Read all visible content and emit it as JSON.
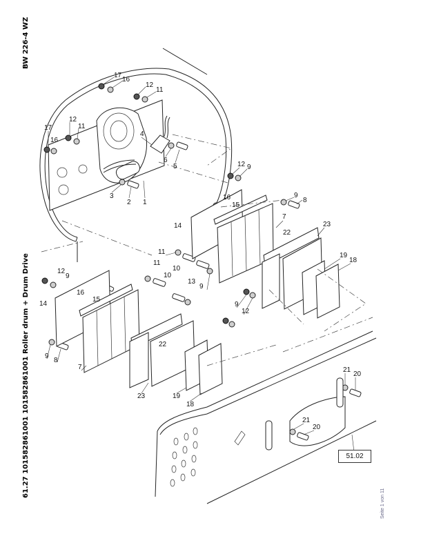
{
  "header": {
    "model_code": "BW 226-4 WZ",
    "title": "61.27 101582861001 101582861001 Roller drum + Drum Drive"
  },
  "footer": {
    "page_indicator": "Seite 1 von 11"
  },
  "cross_reference": {
    "label": "51.02"
  },
  "callouts": [
    {
      "id": "c17a",
      "label": "17"
    },
    {
      "id": "c16a",
      "label": "16"
    },
    {
      "id": "c12a",
      "label": "12"
    },
    {
      "id": "c11a",
      "label": "11"
    },
    {
      "id": "c17b",
      "label": "17"
    },
    {
      "id": "c12b",
      "label": "12"
    },
    {
      "id": "c11b",
      "label": "11"
    },
    {
      "id": "c16b",
      "label": "16"
    },
    {
      "id": "c4",
      "label": "4"
    },
    {
      "id": "c6",
      "label": "6"
    },
    {
      "id": "c5",
      "label": "5"
    },
    {
      "id": "c3",
      "label": "3"
    },
    {
      "id": "c2",
      "label": "2"
    },
    {
      "id": "c1",
      "label": "1"
    },
    {
      "id": "c12c",
      "label": "12"
    },
    {
      "id": "c9a",
      "label": "9"
    },
    {
      "id": "c9b",
      "label": "9"
    },
    {
      "id": "c8a",
      "label": "8"
    },
    {
      "id": "c16c",
      "label": "16"
    },
    {
      "id": "c15a",
      "label": "15"
    },
    {
      "id": "c14a",
      "label": "14"
    },
    {
      "id": "c7a",
      "label": "7"
    },
    {
      "id": "c22a",
      "label": "22"
    },
    {
      "id": "c23a",
      "label": "23"
    },
    {
      "id": "c19a",
      "label": "19"
    },
    {
      "id": "c18a",
      "label": "18"
    },
    {
      "id": "c11c",
      "label": "11"
    },
    {
      "id": "c11d",
      "label": "11"
    },
    {
      "id": "c10a",
      "label": "10"
    },
    {
      "id": "c10b",
      "label": "10"
    },
    {
      "id": "c13",
      "label": "13"
    },
    {
      "id": "c9c",
      "label": "9"
    },
    {
      "id": "c9d",
      "label": "9"
    },
    {
      "id": "c12d",
      "label": "12"
    },
    {
      "id": "c12e",
      "label": "12"
    },
    {
      "id": "c9e",
      "label": "9"
    },
    {
      "id": "c16d",
      "label": "16"
    },
    {
      "id": "c15b",
      "label": "15"
    },
    {
      "id": "c14b",
      "label": "14"
    },
    {
      "id": "c9f",
      "label": "9"
    },
    {
      "id": "c8b",
      "label": "8"
    },
    {
      "id": "c7b",
      "label": "7"
    },
    {
      "id": "c22b",
      "label": "22"
    },
    {
      "id": "c23b",
      "label": "23"
    },
    {
      "id": "c19b",
      "label": "19"
    },
    {
      "id": "c18b",
      "label": "18"
    },
    {
      "id": "c21a",
      "label": "21"
    },
    {
      "id": "c20a",
      "label": "20"
    },
    {
      "id": "c21b",
      "label": "21"
    },
    {
      "id": "c20b",
      "label": "20"
    }
  ]
}
